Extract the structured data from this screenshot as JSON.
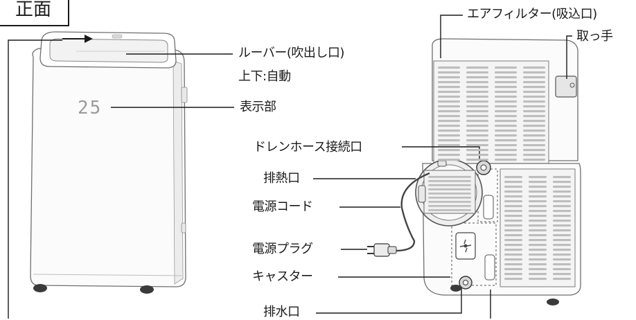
{
  "title": "正面",
  "display_digits": "25",
  "labels": {
    "louver": "ルーバー(吹出し口)",
    "louver_sub": "上下:自動",
    "display": "表示部",
    "air_filter": "エアフィルター(吸込口)",
    "handle": "取っ手",
    "drain_hose": "ドレンホース接続口",
    "exhaust": "排熱口",
    "power_cord": "電源コード",
    "power_plug": "電源プラグ",
    "caster": "キャスター",
    "drain": "排水口"
  }
}
